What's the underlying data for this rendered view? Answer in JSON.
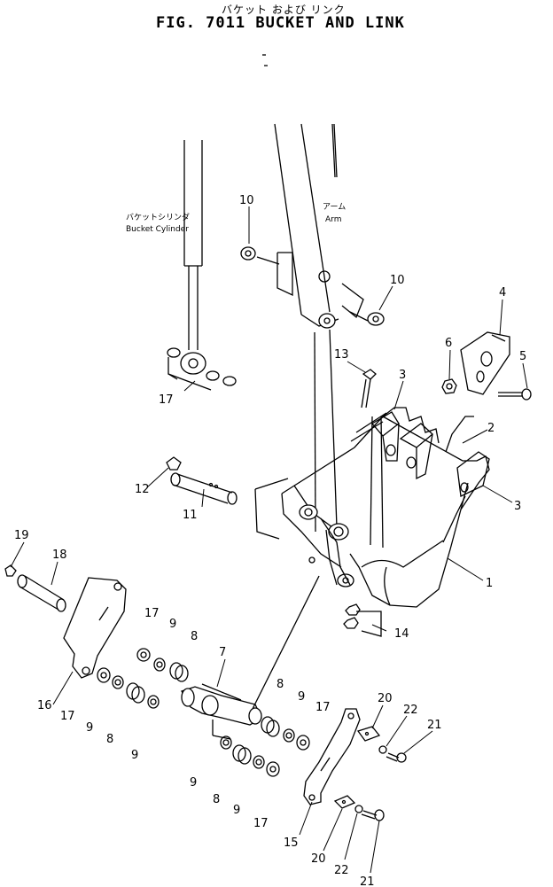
{
  "header": {
    "title_jp": "バケット および リンク",
    "title": "FIG. 7011 BUCKET AND LINK"
  },
  "labels": {
    "bucket_cylinder_jp": "バケットシリンダ",
    "bucket_cylinder_en": "Bucket Cylinder",
    "arm_jp": "アーム",
    "arm_en": "Arm"
  },
  "callouts": {
    "n1": "1",
    "n2": "2",
    "n3a": "3",
    "n3b": "3",
    "n4": "4",
    "n5": "5",
    "n6": "6",
    "n7": "7",
    "n8a": "8",
    "n8b": "8",
    "n8c": "8",
    "n8d": "8",
    "n9a": "9",
    "n9b": "9",
    "n9c": "9",
    "n9d": "9",
    "n9e": "9",
    "n9f": "9",
    "n10a": "10",
    "n10b": "10",
    "n11": "11",
    "n12": "12",
    "n13": "13",
    "n14": "14",
    "n15": "15",
    "n16": "16",
    "n17a": "17",
    "n17b": "17",
    "n17c": "17",
    "n17d": "17",
    "n17e": "17",
    "n18": "18",
    "n19": "19",
    "n20a": "20",
    "n20b": "20",
    "n21a": "21",
    "n21b": "21",
    "n22a": "22",
    "n22b": "22"
  },
  "style": {
    "line_color": "#000000",
    "background": "#ffffff"
  }
}
